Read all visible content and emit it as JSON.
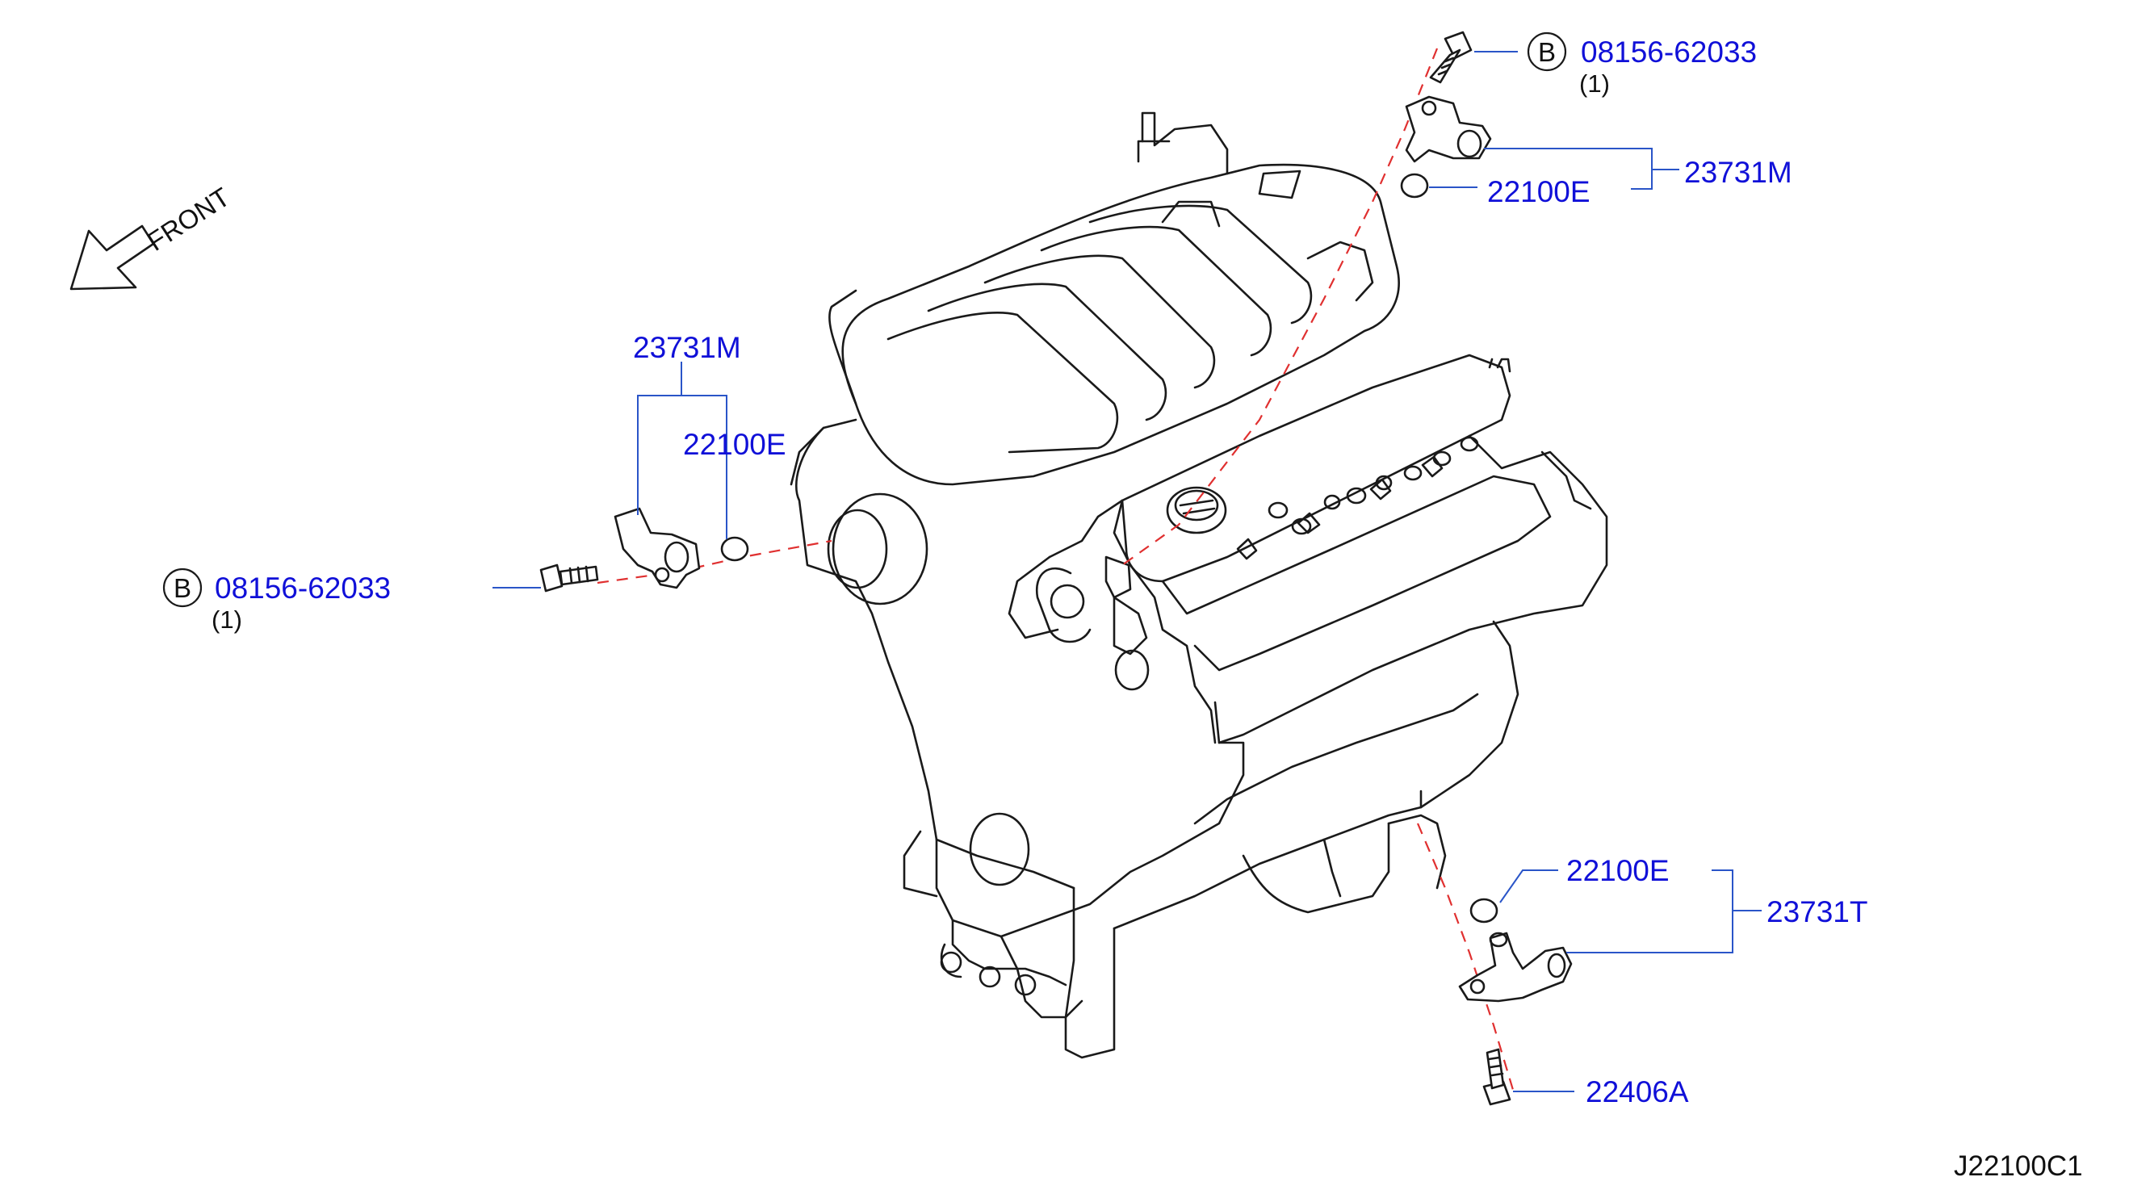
{
  "orientation": {
    "label": "FRONT"
  },
  "callouts": {
    "top_bolt": {
      "marker": "B",
      "part_number": "08156-62033",
      "quantity": "(1)"
    },
    "top_sensor": {
      "part_number": "23731M"
    },
    "top_oring": {
      "part_number": "22100E"
    },
    "left_sensor": {
      "part_number": "23731M"
    },
    "left_oring": {
      "part_number": "22100E"
    },
    "left_bolt": {
      "marker": "B",
      "part_number": "08156-62033",
      "quantity": "(1)"
    },
    "bottom_oring": {
      "part_number": "22100E"
    },
    "bottom_sensor": {
      "part_number": "23731T"
    },
    "bottom_bolt": {
      "part_number": "22406A"
    }
  },
  "diagram_code": "J22100C1",
  "colors": {
    "part_number_text": "#1010d8",
    "leader_line": "#2a55c8",
    "assembly_dash": "#e03030",
    "linework": "#1a1a1a"
  }
}
